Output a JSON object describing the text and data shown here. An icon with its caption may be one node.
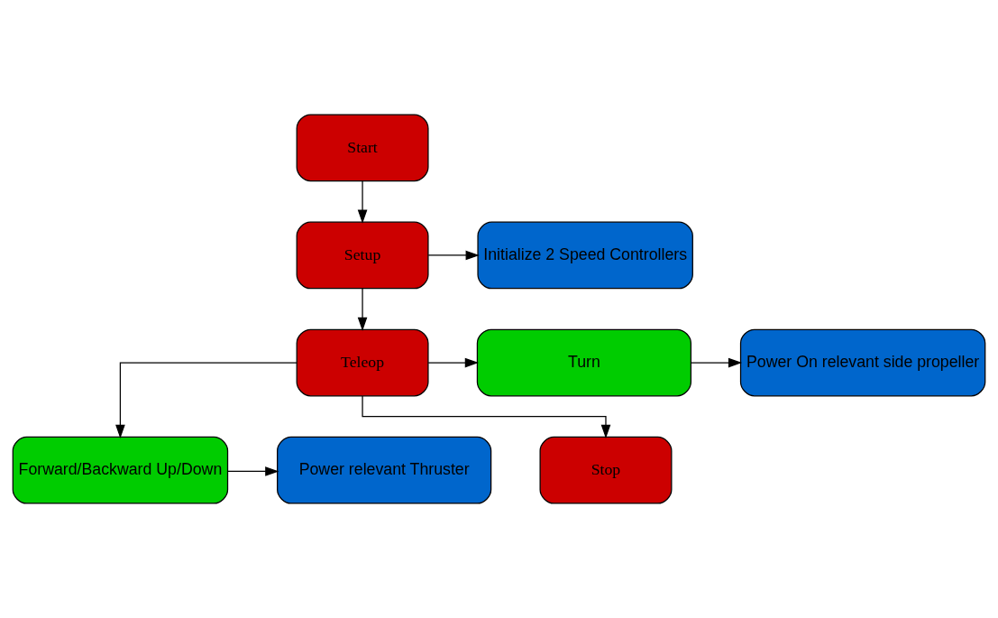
{
  "diagram": {
    "nodes": [
      {
        "text": [
          "Start"
        ]
      },
      {
        "text": [
          "Setup"
        ]
      },
      {
        "text": [
          "Initialize 2 Speed Controllers"
        ]
      },
      {
        "text": [
          "Teleop"
        ]
      },
      {
        "text": [
          "Turn"
        ]
      },
      {
        "text": [
          "Power On relevant side propeller"
        ]
      },
      {
        "text": [
          "Forward/Backward Up/Down"
        ]
      },
      {
        "text": [
          "Power relevant Thruster"
        ]
      },
      {
        "text": [
          "Stop"
        ]
      }
    ],
    "edges": [
      {
        "from": 0,
        "to": 1,
        "arrow": "to"
      },
      {
        "from": 1,
        "to": 2,
        "arrow": "to"
      },
      {
        "from": 1,
        "to": 3,
        "arrow": "to"
      },
      {
        "from": 3,
        "to": 4,
        "arrow": "to"
      },
      {
        "from": 3,
        "to": 6,
        "arrow": "to"
      },
      {
        "from": 4,
        "to": 5,
        "arrow": "to"
      },
      {
        "from": 6,
        "to": 7,
        "arrow": "to"
      },
      {
        "from": 3,
        "to": 8,
        "arrow": "to"
      }
    ]
  }
}
